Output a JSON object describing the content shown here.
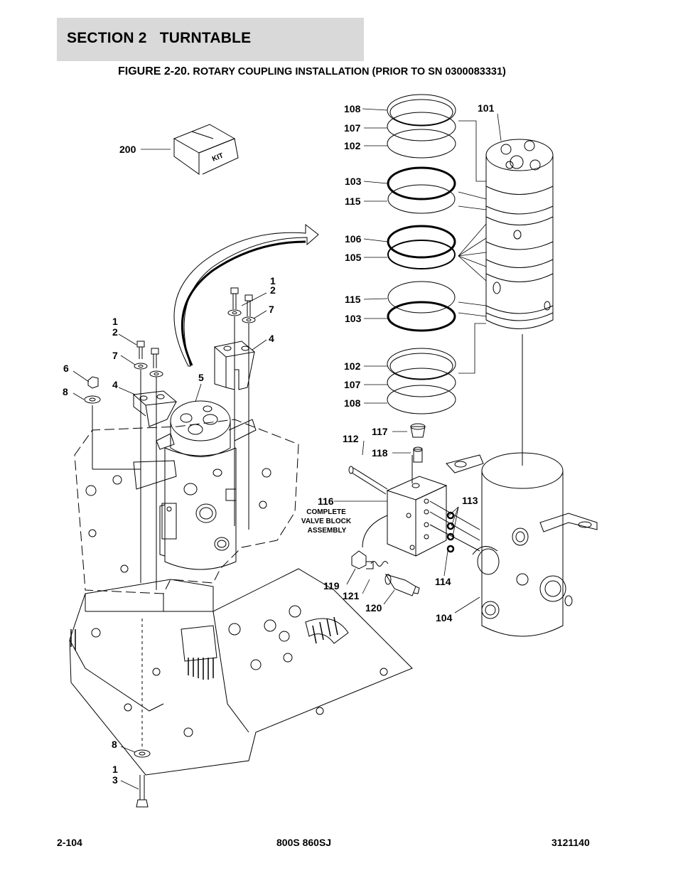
{
  "header": {
    "section_title": "SECTION 2   TURNTABLE",
    "figure_number": "FIGURE 2-20.",
    "figure_caption": " ROTARY COUPLING INSTALLATION (PRIOR TO SN 0300083331)"
  },
  "callouts": {
    "c200": "200",
    "kit": "KIT",
    "c108a": "108",
    "c107a": "107",
    "c102a": "102",
    "c101": "101",
    "c103a": "103",
    "c115a": "115",
    "c106": "106",
    "c105": "105",
    "c115b": "115",
    "c103b": "103",
    "c102b": "102",
    "c107b": "107",
    "c108b": "108",
    "c1a": "1",
    "c2a": "2",
    "c7a": "7",
    "c4a": "4",
    "c1b": "1",
    "c2b": "2",
    "c7b": "7",
    "c4b": "4",
    "c6": "6",
    "c8a": "8",
    "c5": "5",
    "c112": "112",
    "c117": "117",
    "c118": "118",
    "c116": "116",
    "c116_l1": "COMPLETE",
    "c116_l2": "VALVE BLOCK",
    "c116_l3": "ASSEMBLY",
    "c113": "113",
    "c114": "114",
    "c119": "119",
    "c121": "121",
    "c120": "120",
    "c104": "104",
    "c8b": "8",
    "c1c": "1",
    "c3": "3"
  },
  "footer": {
    "page_number": "2-104",
    "model": "800S 860SJ",
    "part_number": "3121140"
  }
}
